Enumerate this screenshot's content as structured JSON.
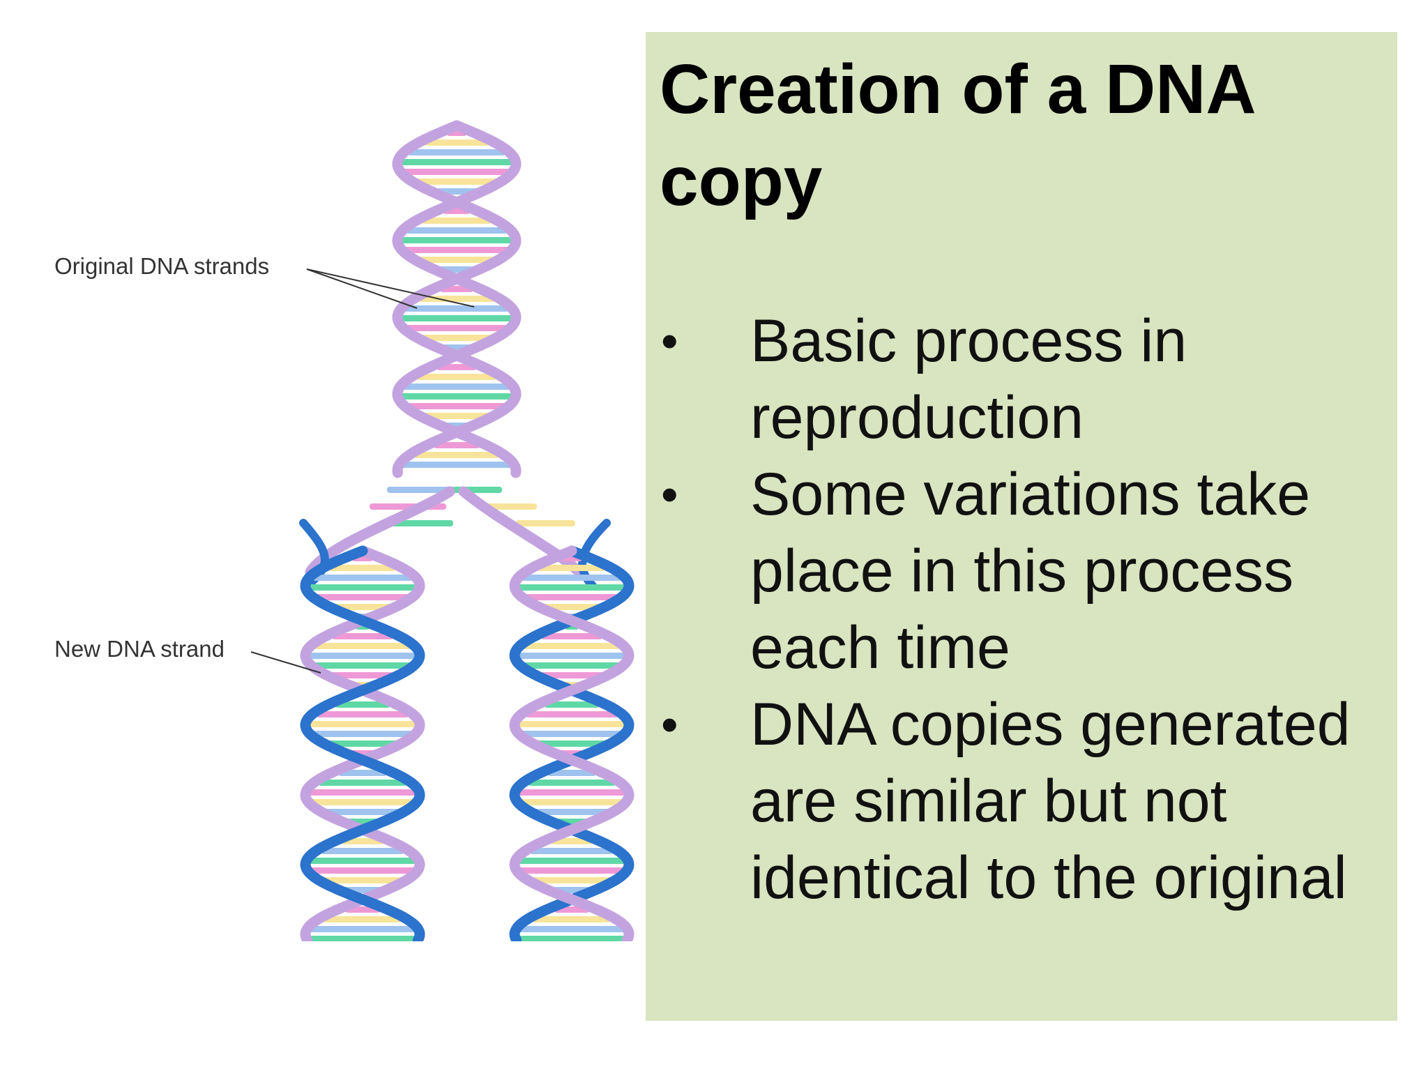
{
  "slide": {
    "title": "Creation of a DNA copy",
    "bullets": [
      "Basic process in reproduction",
      "Some variations take place in this process each time",
      "DNA copies generated are similar but not identical to the original"
    ]
  },
  "diagram": {
    "labels": {
      "original": "Original DNA strands",
      "new": "New DNA strand"
    }
  },
  "colors": {
    "panel_background": "#d9e4c0",
    "original_strand": "#c3a3df",
    "new_strand": "#2b73cc",
    "base_pink": "#ee99d6",
    "base_yellow": "#f7e49a",
    "base_blue": "#9fc3ee",
    "base_green": "#5fd8a6"
  }
}
